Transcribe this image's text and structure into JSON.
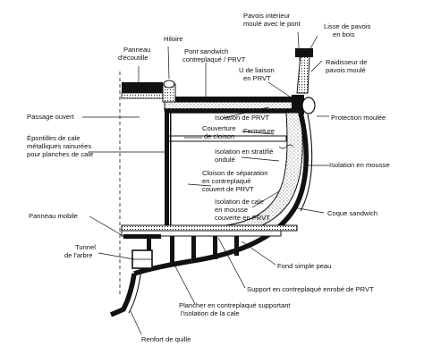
{
  "labels": {
    "pavois_interieur": [
      "Pavois intérieur",
      "moulé avec le pont"
    ],
    "lisse_pavois": [
      "Lisse de pavois",
      "en bois"
    ],
    "panneau_ecoutille": [
      "Panneau",
      "d'écoutille"
    ],
    "hiloire": [
      "Hiloire"
    ],
    "pont_sandwich": [
      "Pont sandwich",
      "contreplaqué / PRVT"
    ],
    "u_liaison": [
      "U de liaison",
      "en PRVT"
    ],
    "raidisseur": [
      "Raidisseur de",
      "pavois moulé"
    ],
    "passage_ouvert": [
      "Passage ouvert"
    ],
    "isolation_prvt": [
      "Isolation de PRVT"
    ],
    "protection_moulee": [
      "Protection moulée"
    ],
    "couverture_cloison": [
      "Couverture",
      "de cloison"
    ],
    "fermeture": [
      "Fermeture"
    ],
    "epontilles": [
      "Épontilles de cale",
      "métalliques rainurées",
      "pour planches de cale"
    ],
    "isolation_stratifie": [
      "Isolation en stratifié",
      "ondulé"
    ],
    "isolation_mousse": [
      "Isolation en mousse"
    ],
    "cloison_separation": [
      "Cloison de séparation",
      "en contreplaqué",
      "couvert  de PRVT"
    ],
    "isolation_cale": [
      "Isolation de cale",
      "en mousse",
      "couverte en PRVT"
    ],
    "coque_sandwich": [
      "Coque sandwich"
    ],
    "panneau_mobile": [
      "Panneau mobile"
    ],
    "tunnel_arbre": [
      "Tunnel",
      "de l'arbre"
    ],
    "fond_simple_peau": [
      "Fond simple peau"
    ],
    "support_contreplaque": [
      "Support en contreplaqué enrobé de PRVT"
    ],
    "plancher_contreplaque": [
      "Plancher en contreplaqué supportant",
      "l'isolation de la cale"
    ],
    "renfort_quille": [
      "Renfort de quille"
    ]
  }
}
